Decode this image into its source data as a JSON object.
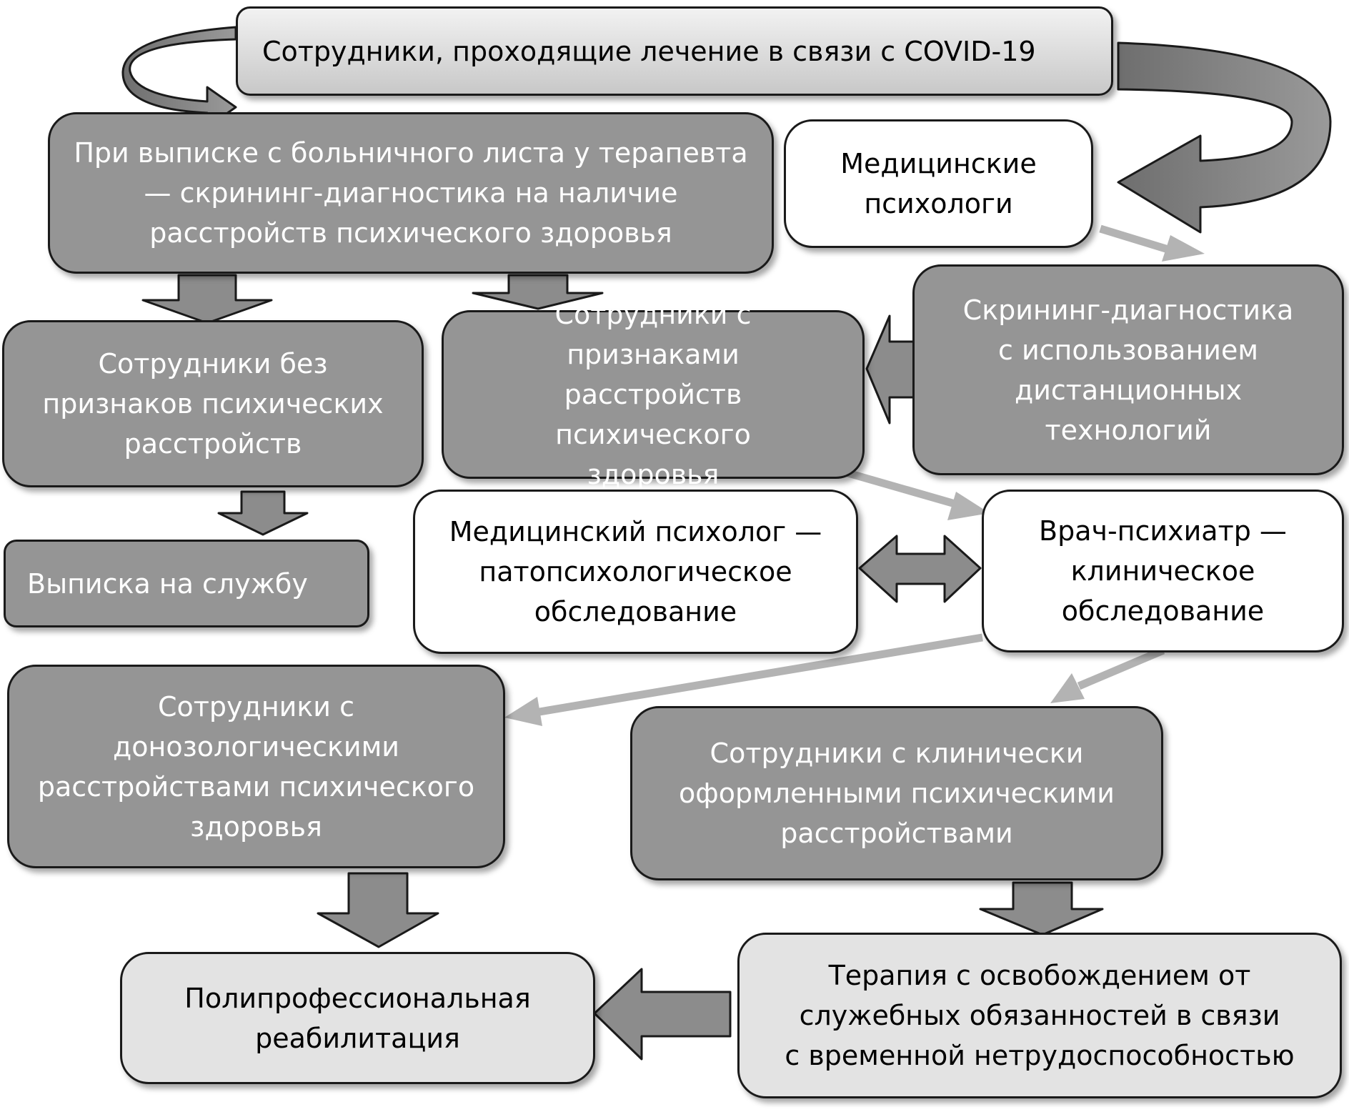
{
  "diagram": {
    "title": "Маршрутизация сотрудников после COVID-19",
    "colors": {
      "dark_box": "#959595",
      "light_box": "#e3e3e3",
      "white_box": "#ffffff",
      "arrow_fill": "#8c8c8c",
      "line_arrow": "#b3b3b3",
      "outline": "#1a1a1a"
    },
    "nodes": {
      "covid_patients": "Сотрудники, проходящие лечение в связи с COVID-19",
      "discharge_screening": "При выписке с больничного листа у терапевта — скрининг-диагностика на наличие расстройств психического здоровья",
      "medical_psychologists": "Медицинские\nпсихологи",
      "no_disorders": "Сотрудники без\nпризнаков психических\nрасстройств",
      "signs_of_disorders": "Сотрудники с признаками\nрасстройств психического\nздоровья",
      "remote_screening": "Скрининг-диагностика\nс использованием\nдистанционных\nтехнологий",
      "return_to_duty": "Выписка на службу",
      "pathopsych_exam": "Медицинский психолог —\nпатопсихологическое\nобследование",
      "psychiatrist_exam": "Врач-психиатр —\nклиническое\nобследование",
      "prenosological": "Сотрудники с\nдонозологическими\nрасстройствами психического\nздоровья",
      "clinical_disorders": "Сотрудники с клинически\nоформленными психическими\nрасстройствами",
      "multi_rehab": "Полипрофессиональная\nреабилитация",
      "therapy_leave": "Терапия с освобождением от\nслужебных обязанностей в связи\nс временной нетрудоспособностью"
    }
  }
}
